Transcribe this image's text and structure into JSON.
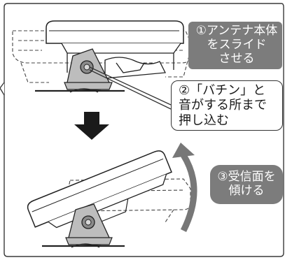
{
  "steps": [
    {
      "lines": [
        "①アンテナ本体",
        "をスライド",
        "させる"
      ]
    },
    {
      "lines": [
        "②「バチン」と",
        "音がする所まで",
        "押し込む"
      ]
    },
    {
      "lines": [
        "③受信面を",
        "傾ける"
      ]
    }
  ],
  "colors": {
    "callout_dark": "#7c7c7c",
    "arrow_dark": "#1a1a1a",
    "arrow_gray": "#777777",
    "mount_gray": "#bdbdbd"
  },
  "icons": {
    "slide_arrow": "down-arrow",
    "tilt_arrow": "curved-up-arrow"
  }
}
